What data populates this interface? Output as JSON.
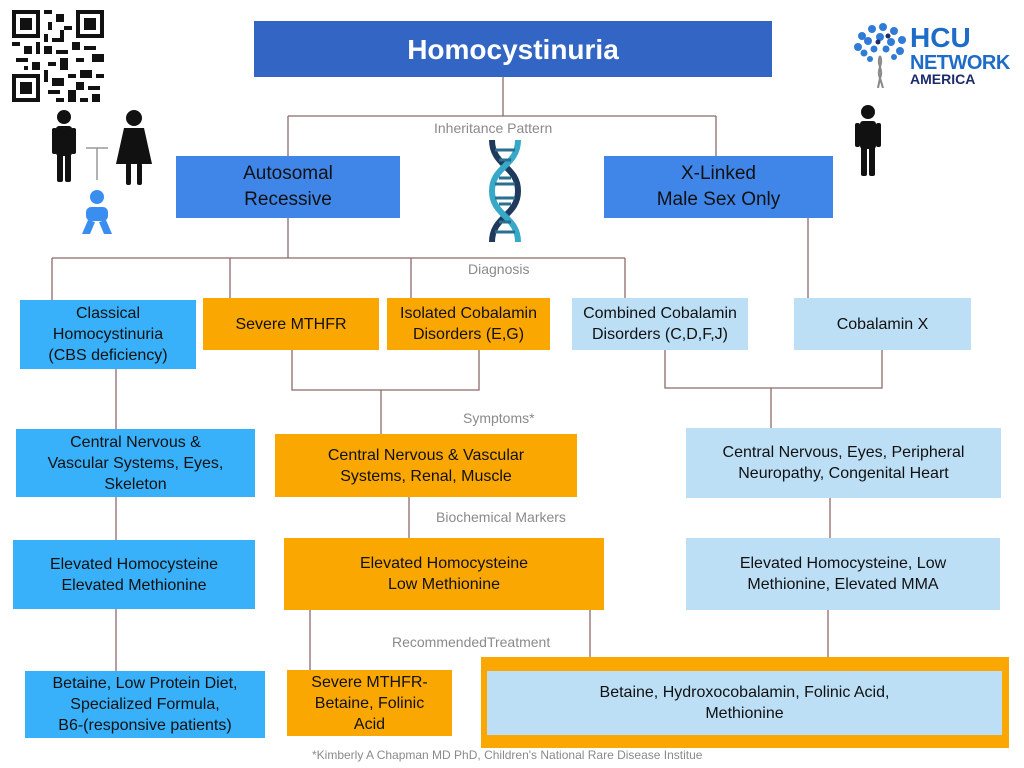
{
  "title": "Homocystinuria",
  "logo": {
    "line1": "HCU",
    "line2": "NETWORK",
    "line3": "AMERICA",
    "colors": {
      "blue": "#1e6cc8",
      "navy": "#1b2b6b"
    }
  },
  "labels": {
    "inheritance": "Inheritance Pattern",
    "diagnosis": "Diagnosis",
    "symptoms": "Symptoms*",
    "biochemical": "Biochemical Markers",
    "treatment": "RecommendedTreatment"
  },
  "inheritance": {
    "autosomal": "Autosomal\nRecessive",
    "xlinked": "X-Linked\nMale Sex Only"
  },
  "diagnosis": {
    "classical": "Classical\nHomocystinuria\n(CBS deficiency)",
    "mthfr": "Severe MTHFR",
    "isolated": "Isolated Cobalamin\nDisorders (E,G)",
    "combined": "Combined Cobalamin\nDisorders (C,D,F,J)",
    "cobx": "Cobalamin X"
  },
  "symptoms": {
    "classical": "Central Nervous  &\nVascular Systems, Eyes,\nSkeleton",
    "middle": "Central Nervous  & Vascular\nSystems, Renal, Muscle",
    "right": "Central Nervous, Eyes, Peripheral\nNeuropathy, Congenital Heart"
  },
  "markers": {
    "classical": "Elevated Homocysteine\nElevated Methionine",
    "middle": "Elevated Homocysteine\nLow Methionine",
    "right": "Elevated Homocysteine, Low\nMethionine, Elevated MMA"
  },
  "treatment": {
    "classical": "Betaine, Low Protein Diet,\nSpecialized Formula,\nB6-(responsive patients)",
    "mthfr": "Severe MTHFR-\nBetaine, Folinic\nAcid",
    "combined": "Betaine, Hydroxocobalamin, Folinic Acid,\nMethionine"
  },
  "footer": "*Kimberly A Chapman MD PhD, Children's National Rare Disease Institue",
  "colors": {
    "navy": "#3366c4",
    "blue": "#3f86e8",
    "bright_blue": "#38b0fa",
    "orange": "#fba702",
    "pale_blue": "#bcdff6",
    "connector": "#8c6a6a"
  },
  "icons": [
    "qr-code-icon",
    "family-icon",
    "dna-icon",
    "male-figure-icon"
  ]
}
